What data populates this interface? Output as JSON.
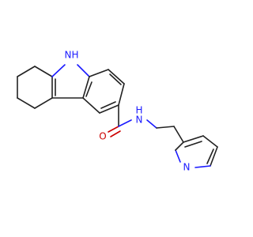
{
  "molecule": {
    "atoms": {
      "indole_nh_n": "N",
      "indole_nh_h": "H",
      "amide_n": "N",
      "amide_h": "H",
      "carbonyl_o": "O",
      "pyridine_n": "N"
    },
    "colors": {
      "bond": "#222222",
      "nitrogen": "#1a1aff",
      "oxygen": "#cc0000"
    }
  }
}
